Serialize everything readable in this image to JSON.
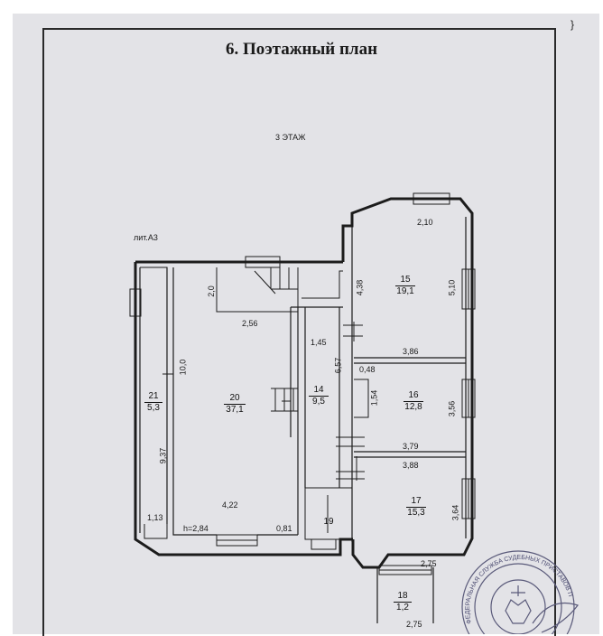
{
  "document": {
    "title": "6. Поэтажный план",
    "floor_label": "3 ЭТАЖ",
    "building_label": "лит.А3",
    "corner_mark": "}"
  },
  "rooms": [
    {
      "id": "15",
      "area": "19,1"
    },
    {
      "id": "16",
      "area": "12,8"
    },
    {
      "id": "17",
      "area": "15,3"
    },
    {
      "id": "14",
      "area": "9,5"
    },
    {
      "id": "20",
      "area": "37,1"
    },
    {
      "id": "21",
      "area": "5,3"
    },
    {
      "id": "18",
      "area": "1,2"
    },
    {
      "id": "19",
      "area": ""
    }
  ],
  "dimensions": {
    "d_2_10": "2,10",
    "d_4_38": "4,38",
    "d_5_10": "5,10",
    "d_3_86": "3,86",
    "d_0_48": "0,48",
    "d_1_54": "1,54",
    "d_3_56": "3,56",
    "d_3_79": "3,79",
    "d_3_88": "3,88",
    "d_3_64": "3,64",
    "d_2_75_a": "2,75",
    "d_2_75_b": "2,75",
    "d_2_0": "2,0",
    "d_2_56": "2,56",
    "d_1_45": "1,45",
    "d_6_57": "6,57",
    "d_10_0": "10,0",
    "d_9_37": "9,37",
    "d_4_22": "4,22",
    "d_1_13": "1,13",
    "d_h_2_84": "h=2,84",
    "d_0_81": "0,81"
  },
  "stamp": {
    "text": "ФЕДЕРАЛЬНАЯ СЛУЖБА СУДЕБНЫХ ПРИСТАВОВ ПО МОСКОВСКОЙ ОБЛАСТИ ОТДЕЛЕНИЕ СУДЕБНЫХ"
  }
}
